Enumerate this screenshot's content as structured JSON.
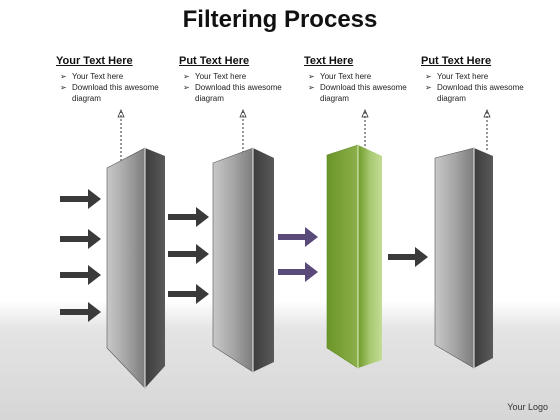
{
  "title": "Filtering Process",
  "columns": [
    {
      "heading": "Your Text Here",
      "bullets": [
        {
          "b": "Your Text here"
        },
        {
          "b": "Download this awesome diagram"
        }
      ]
    },
    {
      "heading": "Put Text Here",
      "bullets": [
        {
          "b": "Your Text here"
        },
        {
          "b": "Download this awesome diagram"
        }
      ]
    },
    {
      "heading": "Text Here",
      "bullets": [
        {
          "b": "Your Text here"
        },
        {
          "b": "Download this awesome diagram"
        }
      ]
    },
    {
      "heading": "Put Text Here",
      "bullets": [
        {
          "b": "Your Text here"
        },
        {
          "b": "Download this awesome diagram"
        }
      ]
    }
  ],
  "filters": [
    {
      "color": "gray"
    },
    {
      "color": "gray"
    },
    {
      "color": "green"
    },
    {
      "color": "gray"
    }
  ],
  "arrow_groups": [
    {
      "count": 4,
      "color": "#3a3a3a"
    },
    {
      "count": 3,
      "color": "#3a3a3a"
    },
    {
      "count": 2,
      "color": "#5a4a7a"
    },
    {
      "count": 1,
      "color": "#3a3a3a"
    }
  ],
  "colors": {
    "gray_filter": "#8a8a8a",
    "green_filter": "#8db04a",
    "arrow_dark": "#3a3a3a",
    "arrow_purple": "#5a4a7a"
  },
  "logo": "Your Logo"
}
